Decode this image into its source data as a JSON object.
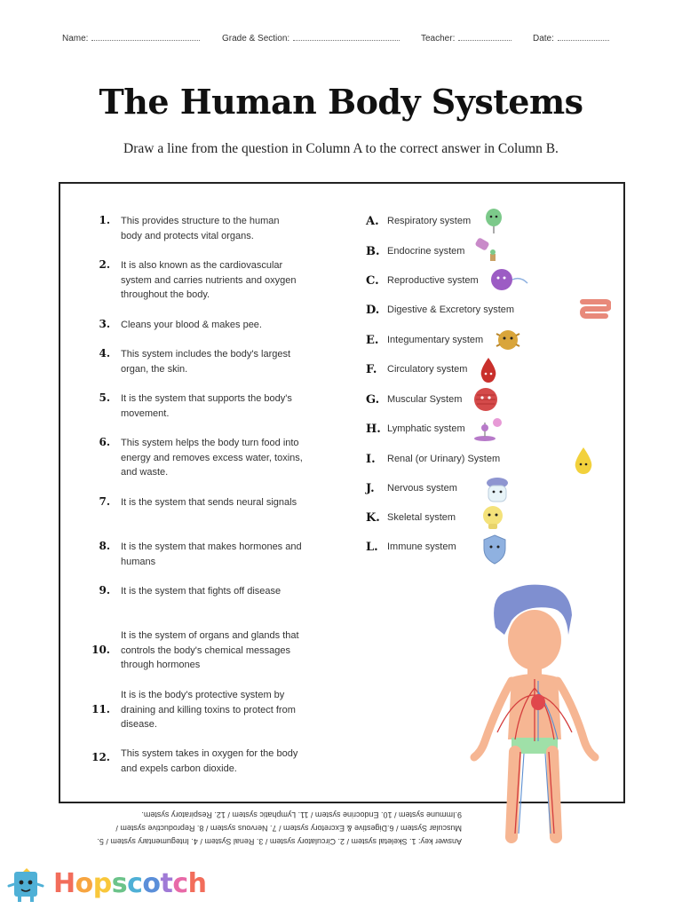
{
  "header": {
    "name_label": "Name:",
    "grade_label": "Grade & Section:",
    "teacher_label": "Teacher:",
    "date_label": "Date:"
  },
  "title": "The Human Body Systems",
  "subtitle": "Draw a line from the question in Column A to the correct answer in Column B.",
  "questions": [
    {
      "num": "1.",
      "text": "This provides structure to the human body and protects vital organs."
    },
    {
      "num": "2.",
      "text": "It is also known as the cardiovascular system and carries nutrients and oxygen throughout the body."
    },
    {
      "num": "3.",
      "text": "Cleans your blood & makes pee."
    },
    {
      "num": "4.",
      "text": "This system includes the body's largest organ, the skin."
    },
    {
      "num": "5.",
      "text": "It is the system that supports the body's movement."
    },
    {
      "num": "6.",
      "text": "This system helps the body turn food into energy and removes excess water, toxins, and waste."
    },
    {
      "num": "7.",
      "text": "It is the system that sends neural signals"
    },
    {
      "num": "8.",
      "text": "It is the system that makes hormones and humans"
    },
    {
      "num": "9.",
      "text": "It is the system that fights off disease"
    },
    {
      "num": "10.",
      "text": "It is the system of organs and glands that controls the body's chemical messages through hormones"
    },
    {
      "num": "11.",
      "text": "It is is the body's protective system by draining and killing toxins to protect from disease."
    },
    {
      "num": "12.",
      "text": "This system takes in oxygen for the body and expels carbon dioxide."
    }
  ],
  "answers": [
    {
      "letter": "A.",
      "text": "Respiratory system",
      "icon": "balloon-icon",
      "color": "#7cc98a"
    },
    {
      "letter": "B.",
      "text": "Endocrine system",
      "icon": "gland-icon",
      "color": "#c98ac9"
    },
    {
      "letter": "C.",
      "text": "Reproductive system",
      "icon": "cell-icon",
      "color": "#9c5cc4"
    },
    {
      "letter": "D.",
      "text": "Digestive & Excretory system",
      "icon": "intestine-icon",
      "color": "#e8897a"
    },
    {
      "letter": "E.",
      "text": "Integumentary system",
      "icon": "skin-icon",
      "color": "#d9a53a"
    },
    {
      "letter": "F.",
      "text": "Circulatory system",
      "icon": "blood-drop-icon",
      "color": "#c9302c"
    },
    {
      "letter": "G.",
      "text": "Muscular System",
      "icon": "muscle-icon",
      "color": "#d44a4a"
    },
    {
      "letter": "H.",
      "text": "Lymphatic system",
      "icon": "lymph-icon",
      "color": "#b77ac9"
    },
    {
      "letter": "I.",
      "text": "Renal (or Urinary) System",
      "icon": "urine-drop-icon",
      "color": "#f2d13c"
    },
    {
      "letter": "J.",
      "text": "Nervous system",
      "icon": "brain-icon",
      "color": "#8e95d0"
    },
    {
      "letter": "K.",
      "text": "Skeletal system",
      "icon": "bone-icon",
      "color": "#f4e27a"
    },
    {
      "letter": "L.",
      "text": "Immune system",
      "icon": "shield-icon",
      "color": "#8fb1e0"
    }
  ],
  "answer_key": {
    "line1": "Answer key:    1. Skeletal system / 2. Circulatory system / 3. Renal System / 4. Integumentary system / 5.",
    "line2": "Muscular System / 6.Digestive & Excretory system / 7. Nervous system / 8. Reproductive system /",
    "line3": "9.Immune system / 10. Endocrine system / 11. Lymphatic system / 12. Respiratory system."
  },
  "logo": {
    "text": "Hopscotch",
    "letters": [
      {
        "ch": "H",
        "color": "#f26d5b"
      },
      {
        "ch": "o",
        "color": "#f7a541"
      },
      {
        "ch": "p",
        "color": "#f9c73b"
      },
      {
        "ch": "s",
        "color": "#6cc38a"
      },
      {
        "ch": "c",
        "color": "#4fb0d6"
      },
      {
        "ch": "o",
        "color": "#5b8fd9"
      },
      {
        "ch": "t",
        "color": "#a07ad6"
      },
      {
        "ch": "c",
        "color": "#e86aa8"
      },
      {
        "ch": "h",
        "color": "#f26d5b"
      }
    ]
  }
}
